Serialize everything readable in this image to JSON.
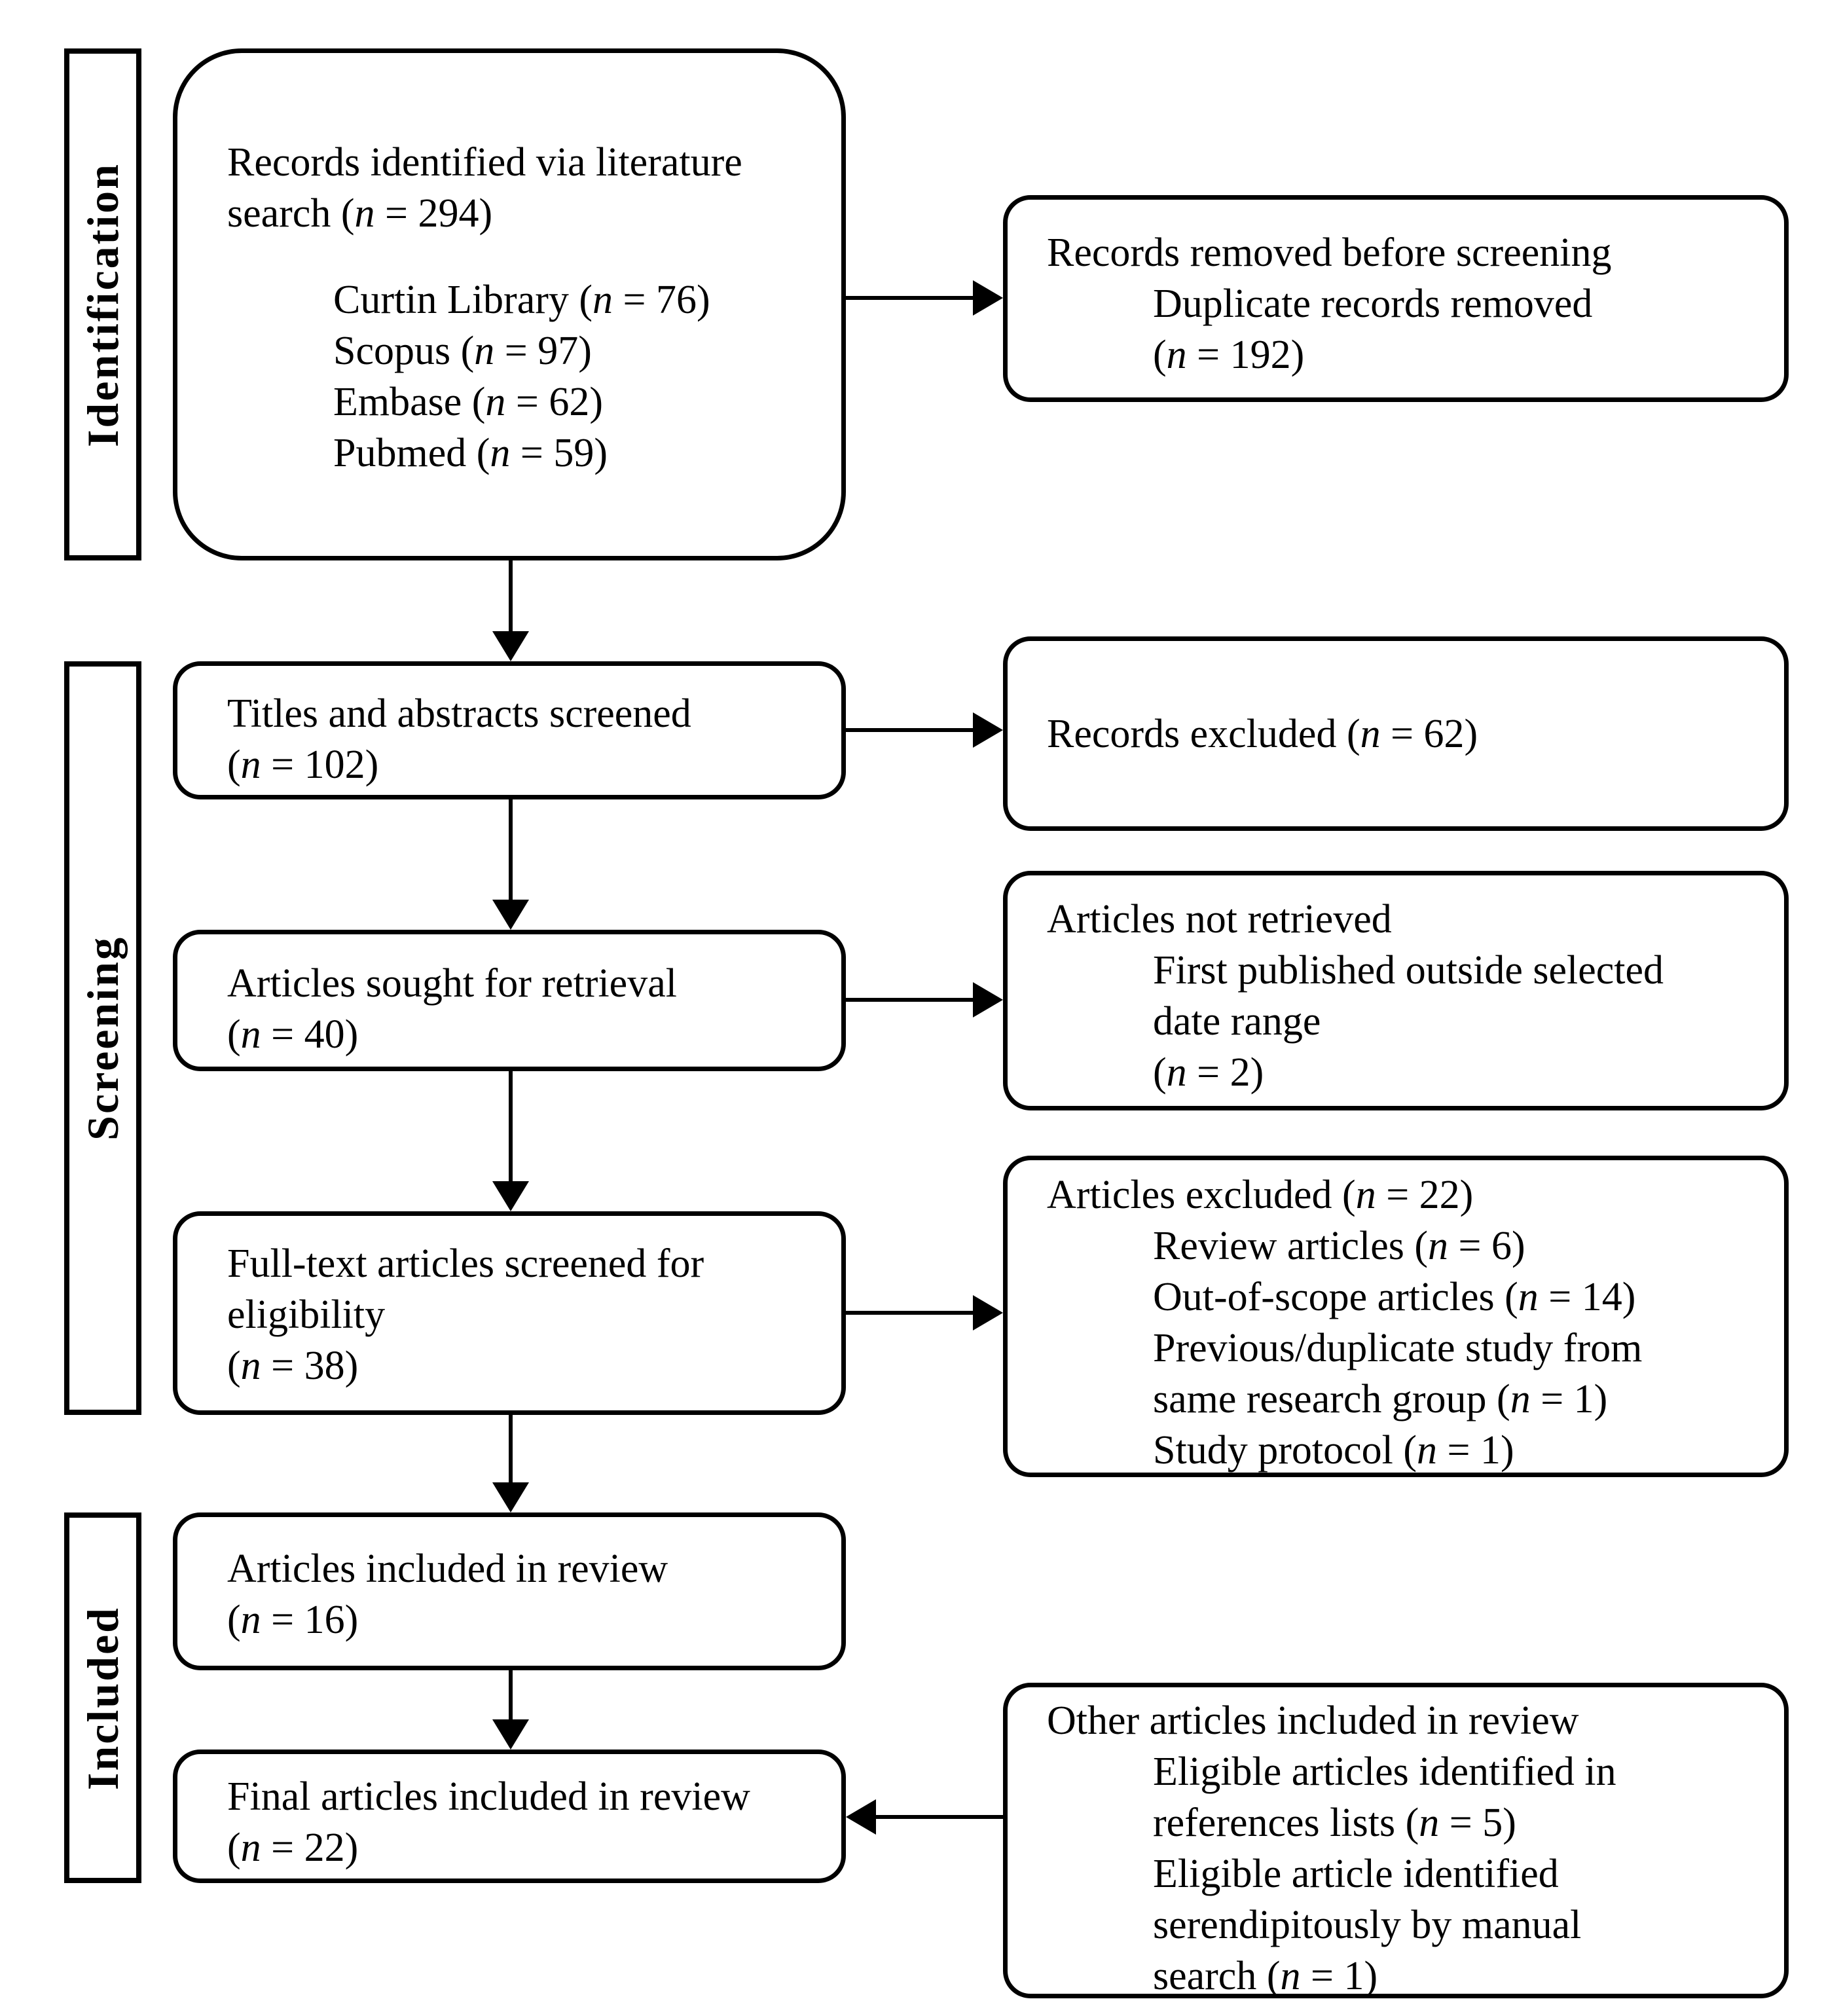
{
  "sidebar": {
    "identification": "Identification",
    "screening": "Screening",
    "included": "Included"
  },
  "boxes": {
    "m1": {
      "l1": "Records identified via literature",
      "l2": "search (n = 294)",
      "sub": [
        "Curtin Library (n = 76)",
        "Scopus (n = 97)",
        "Embase (n = 62)",
        "Pubmed (n = 59)"
      ]
    },
    "r1": {
      "l1": "Records removed before screening",
      "sub": [
        "Duplicate records removed",
        "(n = 192)"
      ]
    },
    "m2": {
      "l1": "Titles and abstracts screened",
      "l2": "(n = 102)"
    },
    "r2": {
      "l1": "Records excluded (n = 62)"
    },
    "m3": {
      "l1": "Articles sought for retrieval",
      "l2": "(n = 40)"
    },
    "r3": {
      "l1": "Articles not retrieved",
      "sub": [
        "First published outside selected",
        "date range",
        "(n = 2)"
      ]
    },
    "m4": {
      "l1": "Full-text articles screened for",
      "l2": "eligibility",
      "l3": "(n = 38)"
    },
    "r4": {
      "l1": "Articles excluded (n = 22)",
      "sub": [
        "Review articles (n = 6)",
        "Out-of-scope articles (n = 14)",
        "Previous/duplicate study from",
        "same research group (n = 1)",
        "Study protocol (n = 1)"
      ]
    },
    "m5": {
      "l1": "Articles included in review",
      "l2": "(n = 16)"
    },
    "m6": {
      "l1": "Final articles included in review",
      "l2": "(n = 22)"
    },
    "r5": {
      "l1": "Other articles included in review",
      "sub": [
        "Eligible articles identified in",
        "references lists (n = 5)",
        "Eligible article identified",
        "serendipitously by manual",
        "search (n = 1)"
      ]
    }
  }
}
